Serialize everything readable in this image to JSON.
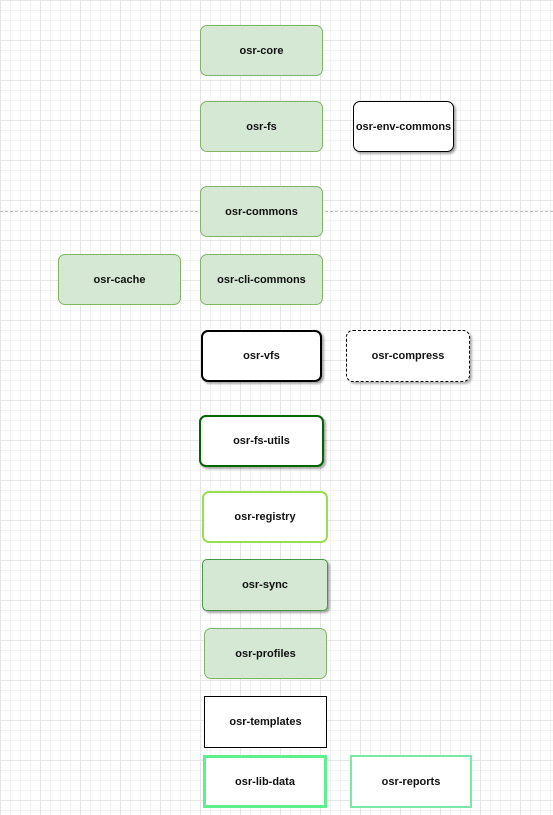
{
  "diagram": {
    "nodes": {
      "osr_core": "osr-core",
      "osr_fs": "osr-fs",
      "osr_env_commons": "osr-env-commons",
      "osr_commons": "osr-commons",
      "osr_cache": "osr-cache",
      "osr_cli_commons": "osr-cli-commons",
      "osr_vfs": "osr-vfs",
      "osr_compress": "osr-compress",
      "osr_fs_utils": "osr-fs-utils",
      "osr_registry": "osr-registry",
      "osr_sync": "osr-sync",
      "osr_profiles": "osr-profiles",
      "osr_templates": "osr-templates",
      "osr_lib_data": "osr-lib-data",
      "osr_reports": "osr-reports"
    },
    "colors": {
      "green_fill": "#d5e8d4",
      "green_stroke": "#82b366",
      "dark_green_stroke": "#006600",
      "lime_stroke": "#99dd55",
      "mint_stroke": "#5ef08c"
    }
  }
}
